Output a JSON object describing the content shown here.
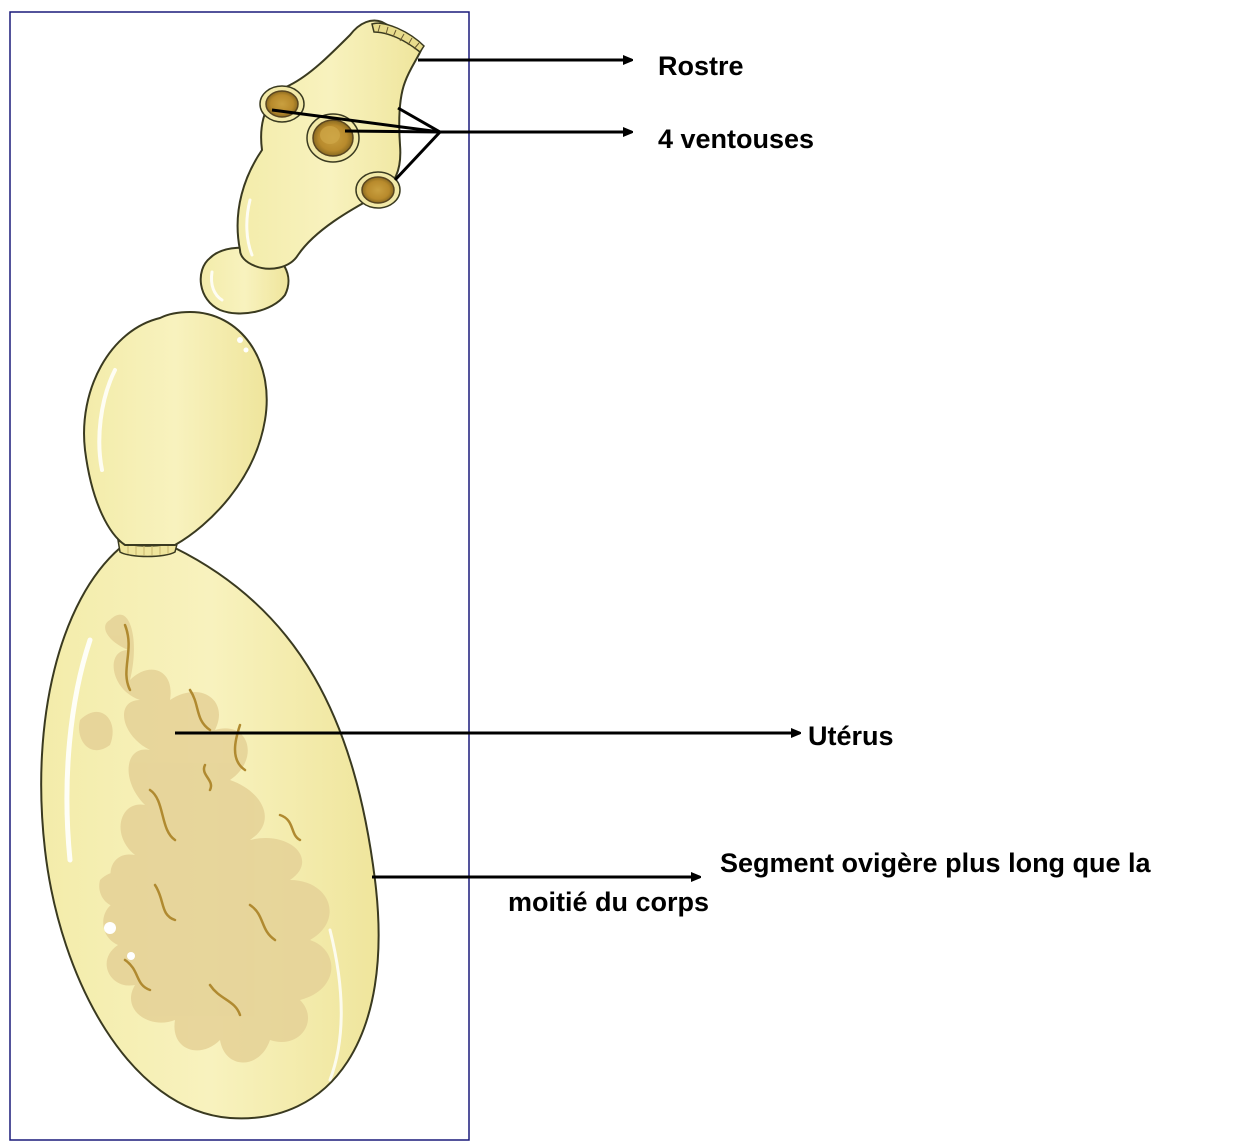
{
  "labels": {
    "rostre": "Rostre",
    "ventouses": "4 ventouses",
    "uterus": "Utérus",
    "segment_line1": "Segment ovigère plus long que la",
    "segment_line2": "moitié du  corps"
  },
  "colors": {
    "frame": "#1a1a7a",
    "body_fill": "#f6f0b0",
    "body_outline": "#3a3a20",
    "sucker": "#c89a35",
    "uterus": "#e8d59a",
    "arrow": "#000000"
  }
}
